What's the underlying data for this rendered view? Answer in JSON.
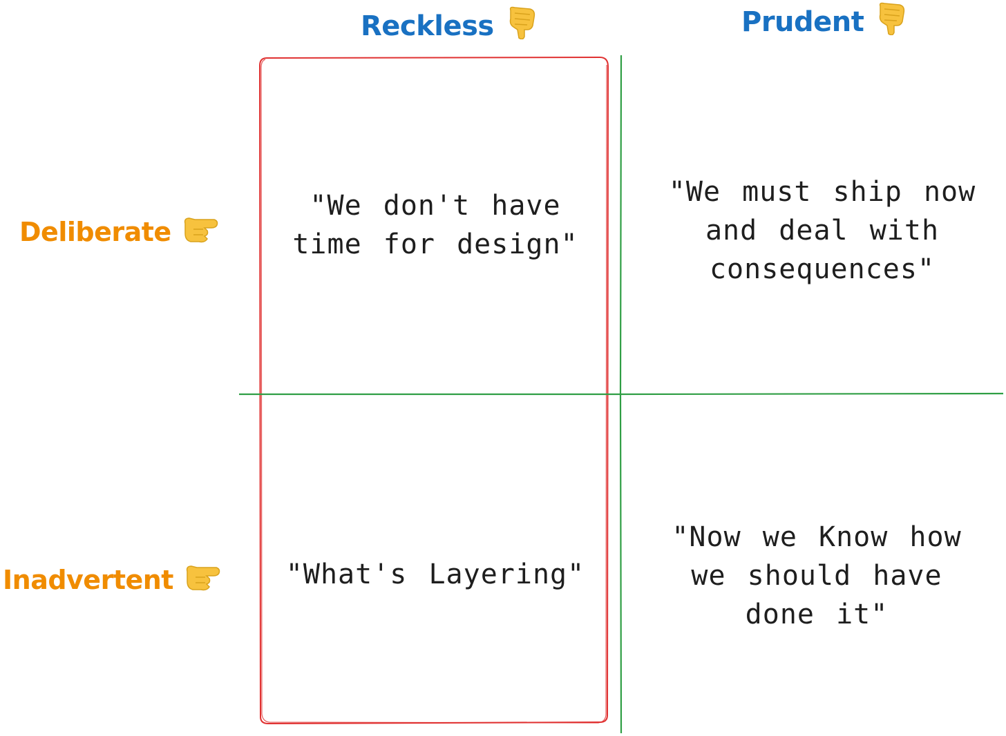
{
  "columns": [
    {
      "label": "Reckless",
      "icon": "hand-pointing-down-icon"
    },
    {
      "label": "Prudent",
      "icon": "hand-pointing-down-icon"
    }
  ],
  "rows": [
    {
      "label": "Deliberate",
      "icon": "hand-pointing-right-icon"
    },
    {
      "label": "Inadvertent",
      "icon": "hand-pointing-right-icon"
    }
  ],
  "quadrants": {
    "reckless_deliberate": "\"We don't have\ntime for design\"",
    "prudent_deliberate": "\"We must ship now\nand deal with\nconsequences\"",
    "reckless_inadvertent": "\"What's Layering\"",
    "prudent_inadvertent": "\"Now we Know how\nwe should have\ndone it\""
  },
  "colors": {
    "column_header": "#1971c2",
    "row_header": "#f08c00",
    "highlight_box": "#e03131",
    "axis_lines": "#2f9e44",
    "hand_fill": "#f7c23e"
  }
}
